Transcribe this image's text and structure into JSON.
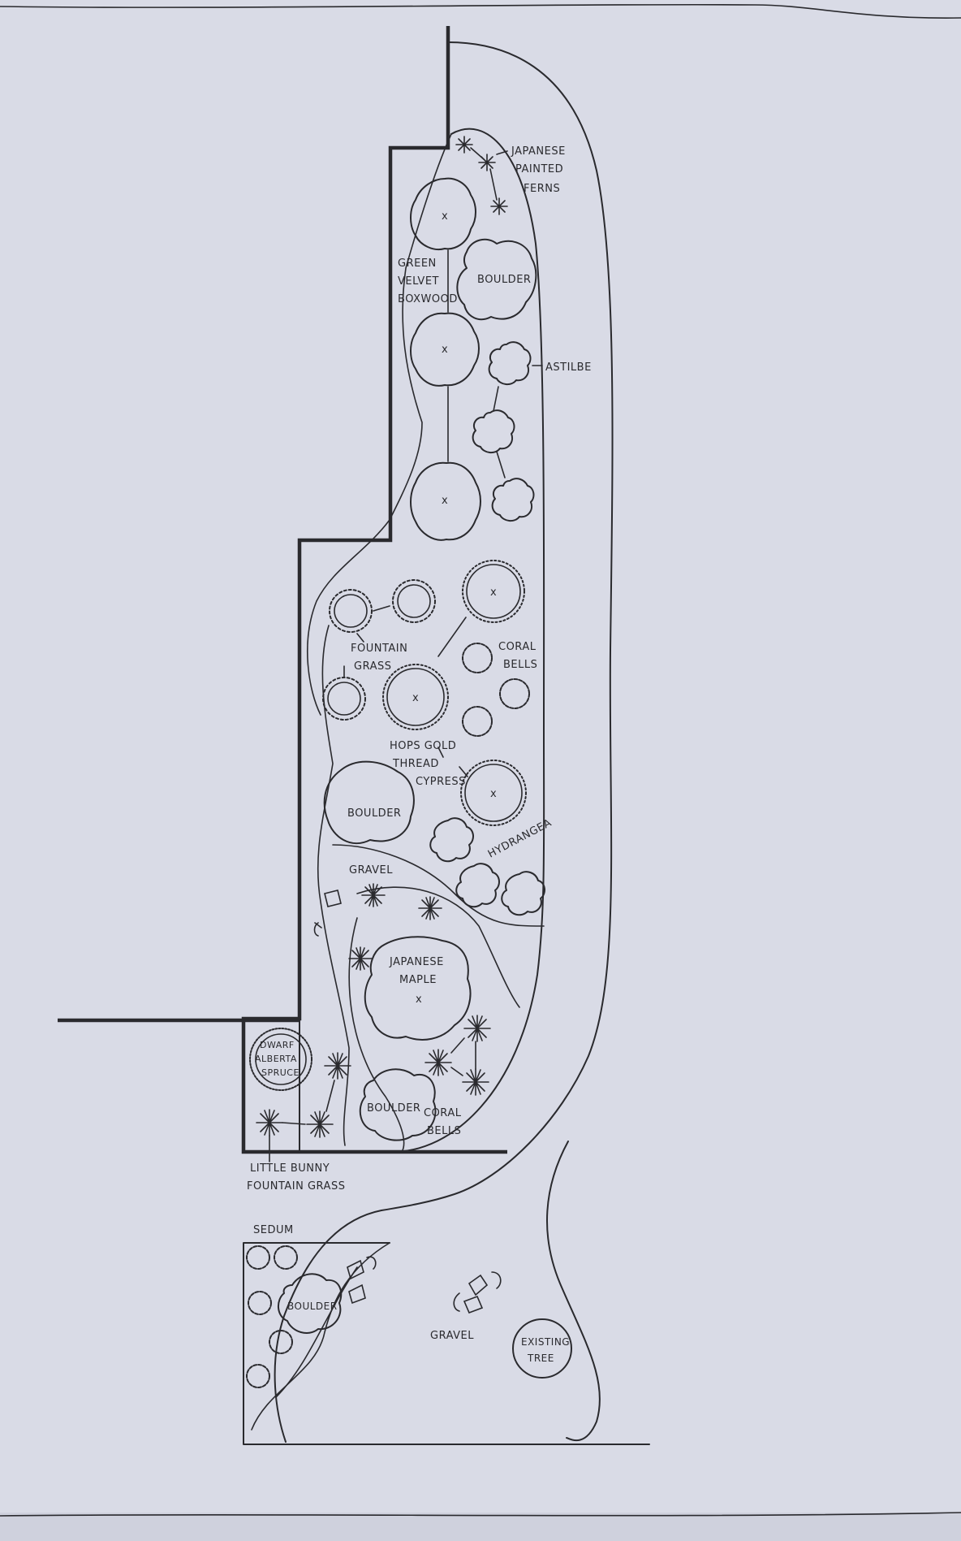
{
  "labels": {
    "japanese_painted_ferns": [
      "JAPANESE",
      "PAINTED",
      "FERNS"
    ],
    "green_velvet_boxwood": [
      "GREEN",
      "VELVET",
      "BOXWOOD"
    ],
    "boulder_1": "BOULDER",
    "astilbe": "ASTILBE",
    "fountain_grass": [
      "FOUNTAIN",
      "GRASS"
    ],
    "coral_bells_1": [
      "CORAL",
      "BELLS"
    ],
    "hops_gold_cypress": [
      "HOPS GOLD",
      "THREAD",
      "CYPRESS"
    ],
    "boulder_2": "BOULDER",
    "hydrangea": "HYDRANGEA",
    "gravel_1": "GRAVEL",
    "japanese_maple": [
      "JAPANESE",
      "MAPLE"
    ],
    "dwarf_alberta_spruce": [
      "DWARF",
      "ALBERTA",
      "SPRUCE"
    ],
    "boulder_3": "BOULDER",
    "coral_bells_2": [
      "CORAL",
      "BELLS"
    ],
    "little_bunny": [
      "LITTLE BUNNY",
      "FOUNTAIN GRASS"
    ],
    "sedum": "SEDUM",
    "boulder_4": "BOULDER",
    "gravel_2": "GRAVEL",
    "existing_tree": [
      "EXISTING",
      "TREE"
    ],
    "tree_mark": "x"
  },
  "colors": {
    "paper": "#d9dbe6",
    "ink": "#2a2a2e"
  },
  "icons": {
    "fern": "fern-icon",
    "tree": "tree-icon",
    "shrub": "shrub-icon",
    "grass": "grass-icon",
    "boulder": "boulder-icon",
    "stepping_stone": "stepping-stone-icon"
  }
}
